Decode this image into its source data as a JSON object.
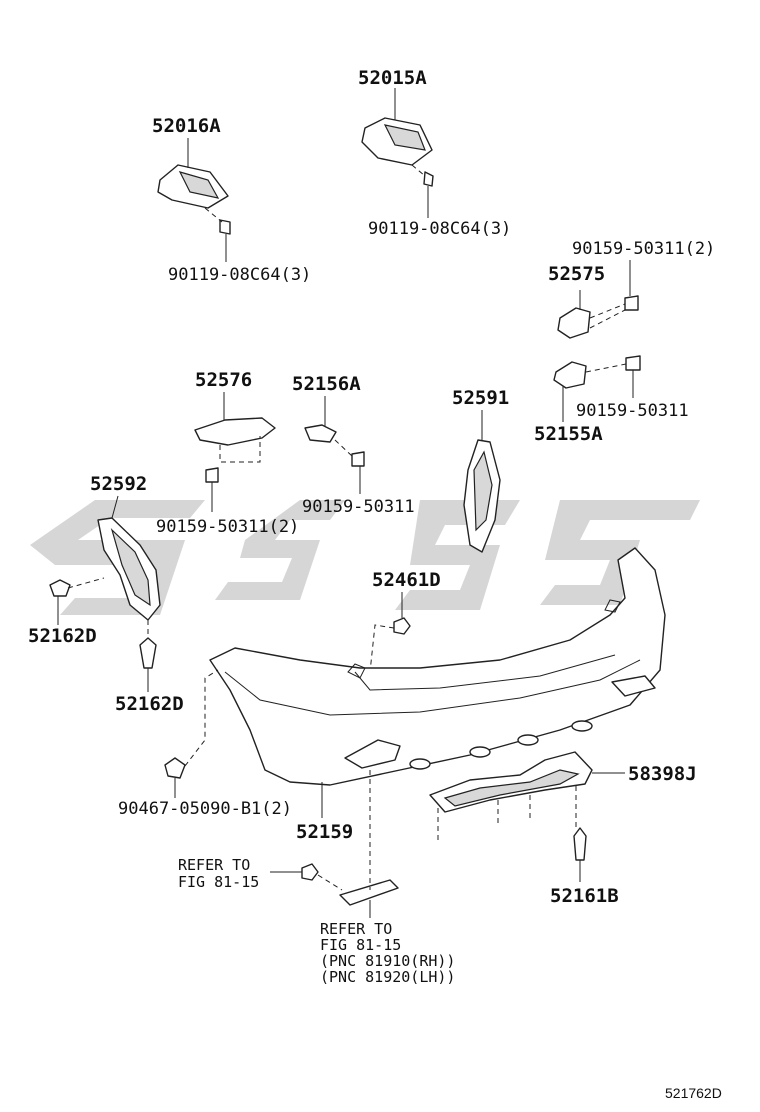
{
  "labels": {
    "p52015A": "52015A",
    "p52016A": "52016A",
    "bolt_08c64_right": "90119-08C64(3)",
    "bolt_08c64_left": "90119-08C64(3)",
    "bolt_50311_2_top": "90159-50311(2)",
    "p52575": "52575",
    "bolt_50311_right": "90159-50311",
    "p52155A": "52155A",
    "p52576": "52576",
    "p52156A": "52156A",
    "p52591": "52591",
    "p52592": "52592",
    "bolt_50311_2_left": "90159-50311(2)",
    "bolt_50311_center": "90159-50311",
    "p52461D": "52461D",
    "p52162D_upper": "52162D",
    "p52162D_lower": "52162D",
    "p58398J": "58398J",
    "screw_90467": "90467-05090-B1(2)",
    "p52159": "52159",
    "refer_left_1": "REFER TO",
    "refer_left_2": "FIG 81-15",
    "p52161B": "52161B",
    "refer_bottom_1": "REFER TO",
    "refer_bottom_2": "FIG 81-15",
    "refer_bottom_3": "(PNC 81910(RH))",
    "refer_bottom_4": "(PNC 81920(LH))",
    "figure_code": "521762D"
  },
  "colors": {
    "line": "#222222",
    "watermark": "#cfcfcf"
  }
}
